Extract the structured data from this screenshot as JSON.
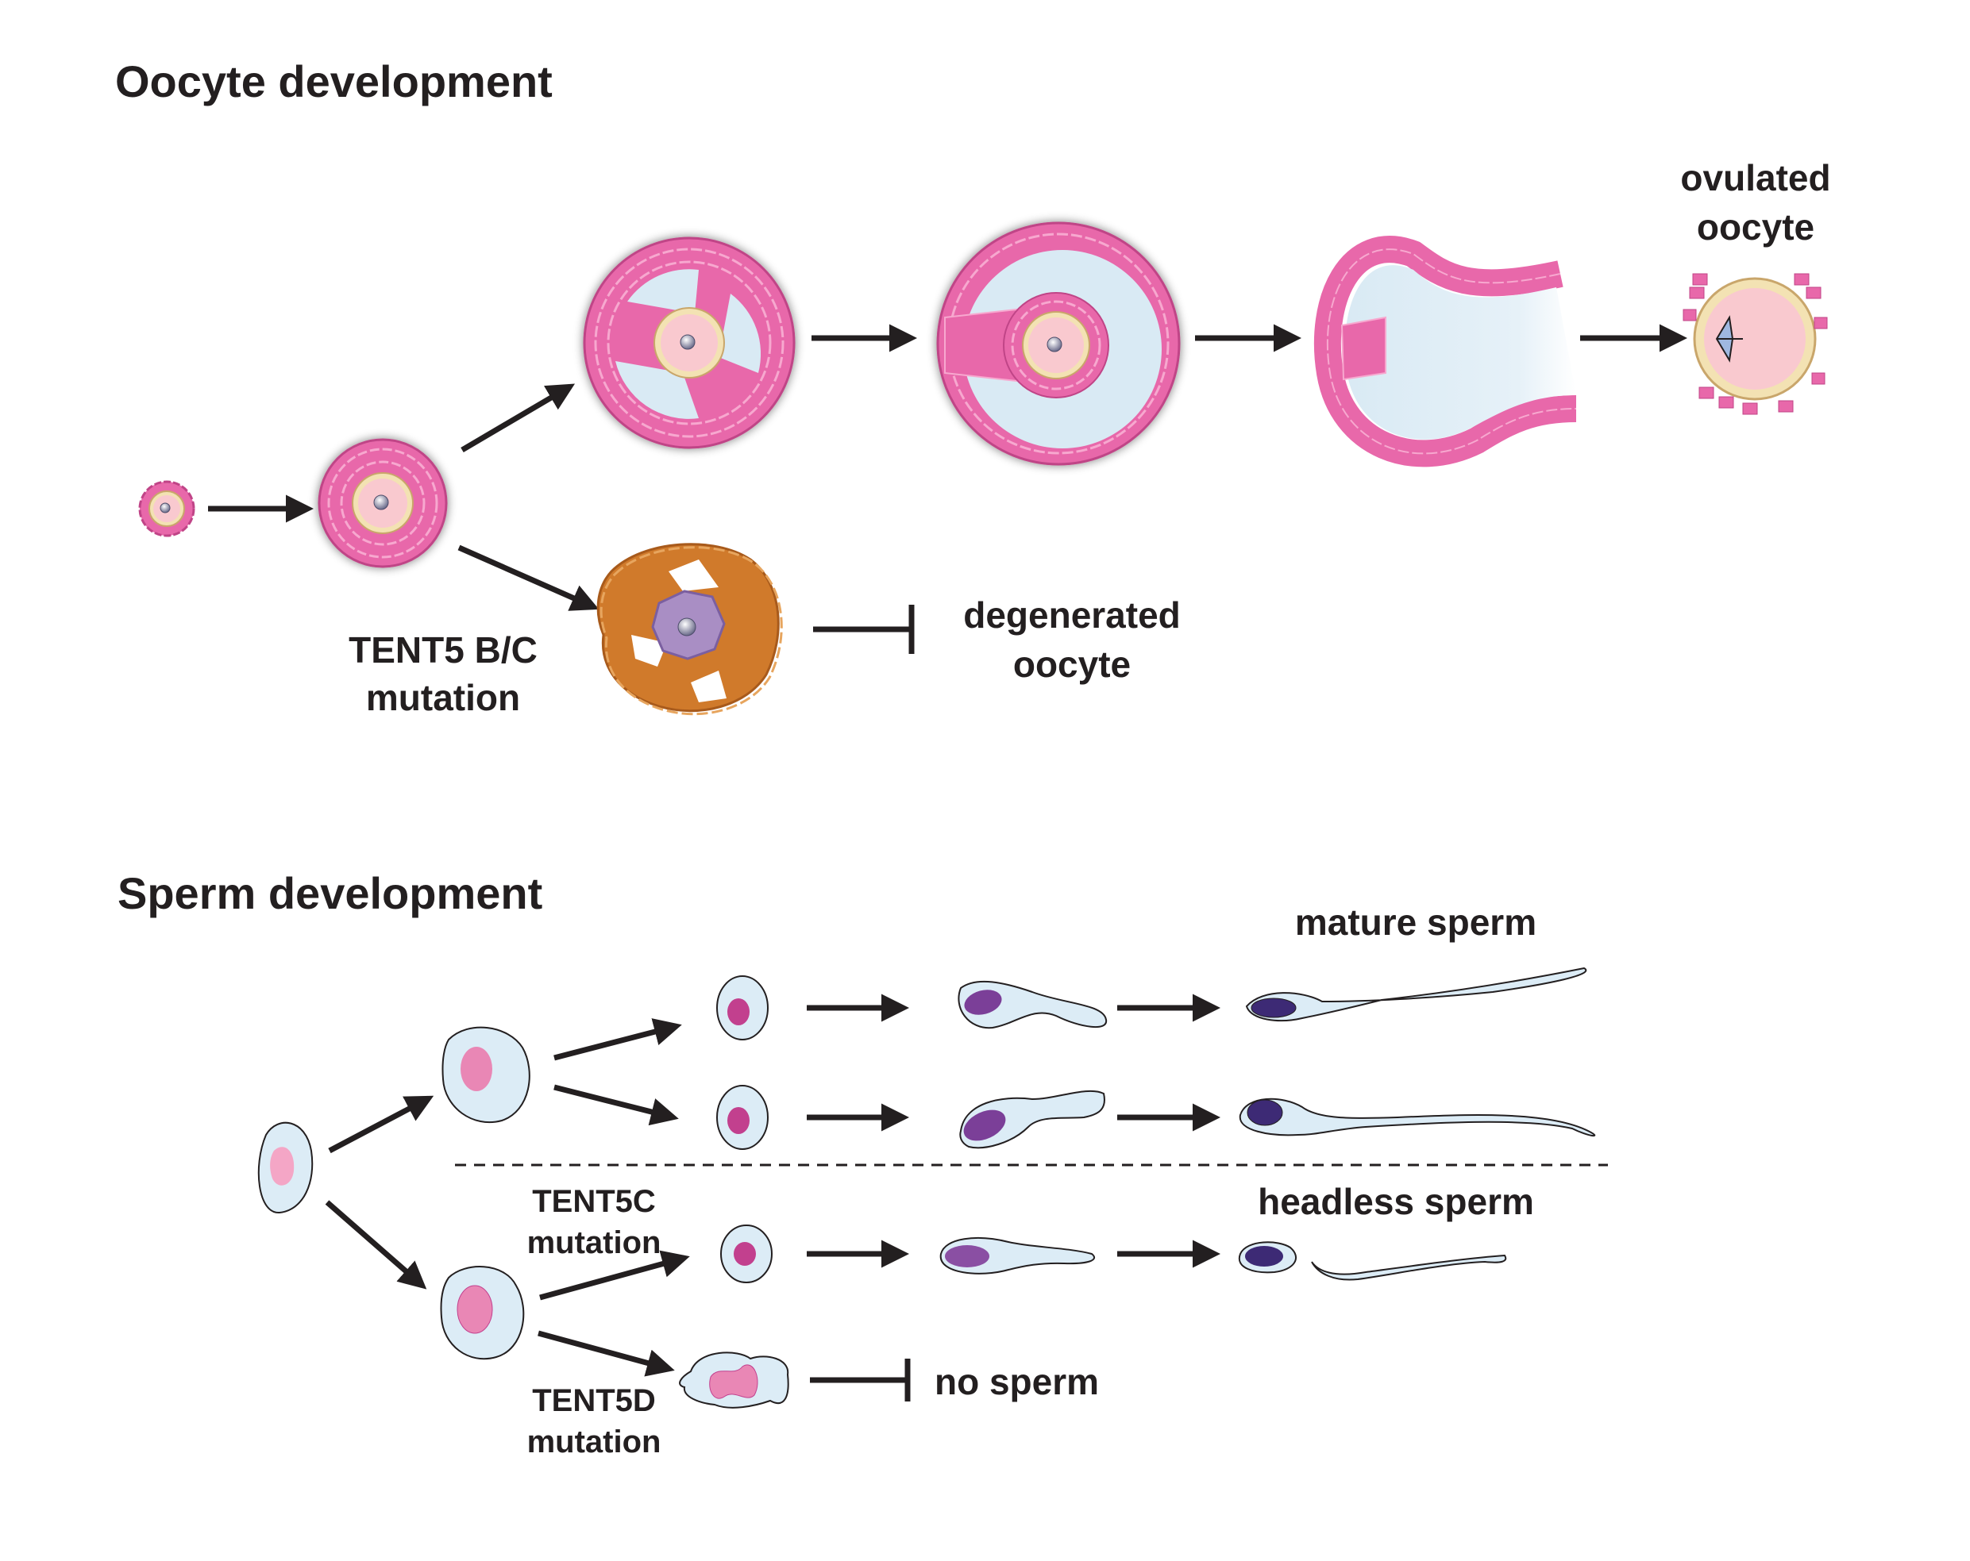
{
  "oocyte": {
    "title": "Oocyte development",
    "ovulated_label_1": "ovulated",
    "ovulated_label_2": "oocyte",
    "mutation_label_1": "TENT5 B/C",
    "mutation_label_2": "mutation",
    "degenerated_label_1": "degenerated",
    "degenerated_label_2": "oocyte"
  },
  "sperm": {
    "title": "Sperm development",
    "mature_label": "mature sperm",
    "headless_label": "headless sperm",
    "tent5c_label_1": "TENT5C",
    "tent5c_label_2": "mutation",
    "tent5d_label_1": "TENT5D",
    "tent5d_label_2": "mutation",
    "no_sperm_label": "no sperm"
  },
  "colors": {
    "granulosa": "#e868aa",
    "granulosa_stroke": "#c04487",
    "antrum": "#d9eaf4",
    "oocyte": "#f9c9cf",
    "zona": "#f3e2b3",
    "degenerated_cells": "#d07a2b",
    "degenerated_oocyte": "#a98ec4",
    "sperm_cell": "#dcecf6",
    "sperm_nucleus_pink": "#e987b5",
    "sperm_nucleus_purple": "#7b3f98",
    "arrow": "#231f20"
  }
}
